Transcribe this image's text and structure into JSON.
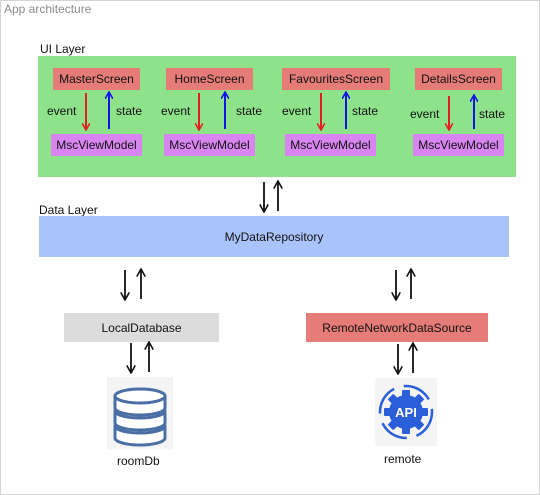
{
  "frame": {
    "title": "App architecture"
  },
  "ui_layer": {
    "label": "UI Layer",
    "columns": [
      {
        "screen": "MasterScreen",
        "viewmodel": "MscViewModel",
        "event_label": "event",
        "state_label": "state"
      },
      {
        "screen": "HomeScreen",
        "viewmodel": "MscViewModel",
        "event_label": "event",
        "state_label": "state"
      },
      {
        "screen": "FavouritesScreen",
        "viewmodel": "MscViewModel",
        "event_label": "event",
        "state_label": "state"
      },
      {
        "screen": "DetailsScreen",
        "viewmodel": "MscViewModel",
        "event_label": "event",
        "state_label": "state"
      }
    ]
  },
  "data_layer": {
    "label": "Data Layer",
    "repository": "MyDataRepository"
  },
  "sources": {
    "local": {
      "label": "LocalDatabase",
      "caption": "roomDb",
      "icon": "database-icon"
    },
    "remote": {
      "label": "RemoteNetworkDataSource",
      "caption": "remote",
      "icon": "api-gear-icon",
      "icon_text": "API"
    }
  },
  "colors": {
    "ui_layer_bg": "#8ee38a",
    "screen_bg": "#e57c78",
    "viewmodel_bg": "#d885f1",
    "repository_bg": "#a9c4fa",
    "local_bg": "#dcdcdc",
    "remote_bg": "#e57c78",
    "event_arrow": "#e02020",
    "state_arrow": "#1414e6"
  }
}
